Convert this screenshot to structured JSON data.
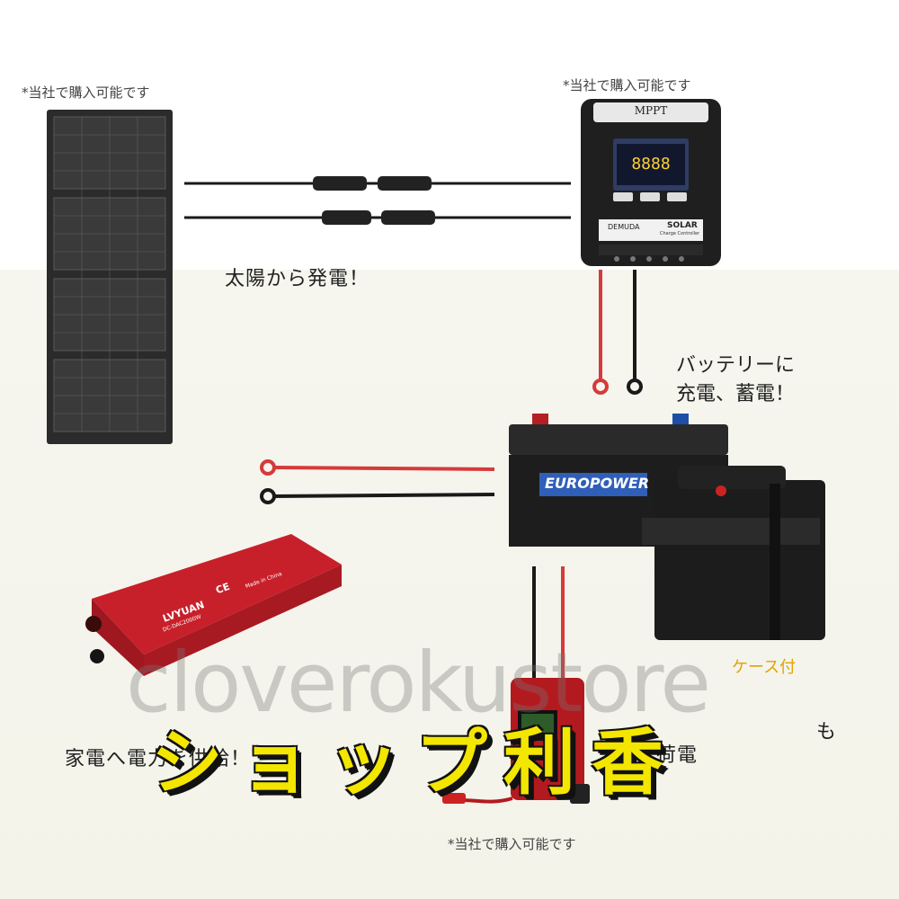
{
  "notes": {
    "panel_note": "*当社で購入可能です",
    "controller_note": "*当社で購入可能です",
    "charger_note": "*当社で購入可能です"
  },
  "captions": {
    "solar": "太陽から発電！",
    "battery_line1": "バッテリーに",
    "battery_line2": "充電、蓄電！",
    "appliance": "家電へ電力を供給！",
    "case": "ケース付",
    "right_partial_1": "も",
    "right_partial_2": "荷電"
  },
  "controller": {
    "header": "MPPT",
    "brand": "DEMUDA",
    "solar_label": "SOLAR",
    "sub_label": "Charge Controller",
    "display": "8888"
  },
  "battery": {
    "brand": "EUROPOWER"
  },
  "inverter": {
    "brand": "LVYUAN",
    "ce_mark": "CE",
    "model": "DC-DAC2000W",
    "made_in": "Made in China"
  },
  "overlay": {
    "watermark": "cloverokustore",
    "shop_name": "ショップ利香"
  },
  "colors": {
    "red_wire": "#d63a3a",
    "black_wire": "#1a1a1a",
    "inverter_red": "#c8202a",
    "shop_yellow": "#f3e600"
  }
}
